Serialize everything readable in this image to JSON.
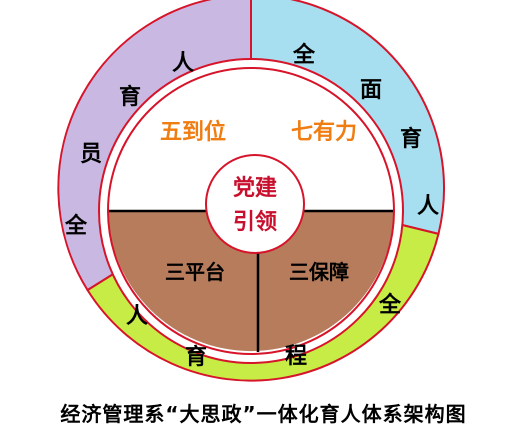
{
  "colors": {
    "ring_left_fill": "#c9b9e2",
    "ring_right_fill": "#a8dff0",
    "ring_bottom_fill": "#c6ec45",
    "lower_fill": "#b77c5c",
    "top_fill": "#ffffff",
    "outline": "#d6142a",
    "divider": "#000000",
    "upper_label_color": "#f07d12",
    "center_label_color": "#c8102e",
    "ring_text_color": "#000000"
  },
  "ring": {
    "left_chars": [
      "全",
      "员",
      "育",
      "人"
    ],
    "right_chars": [
      "全",
      "面",
      "育",
      "人"
    ],
    "bottom_chars": [
      "人",
      "育",
      "程",
      "全"
    ]
  },
  "sections": {
    "upper_left": "五到位",
    "upper_right": "七有力",
    "lower_left": "三平台",
    "lower_right": "三保障"
  },
  "center": {
    "line1": "党建",
    "line2": "引领"
  },
  "caption": "经济管理系“大思政”一体化育人体系架构图"
}
